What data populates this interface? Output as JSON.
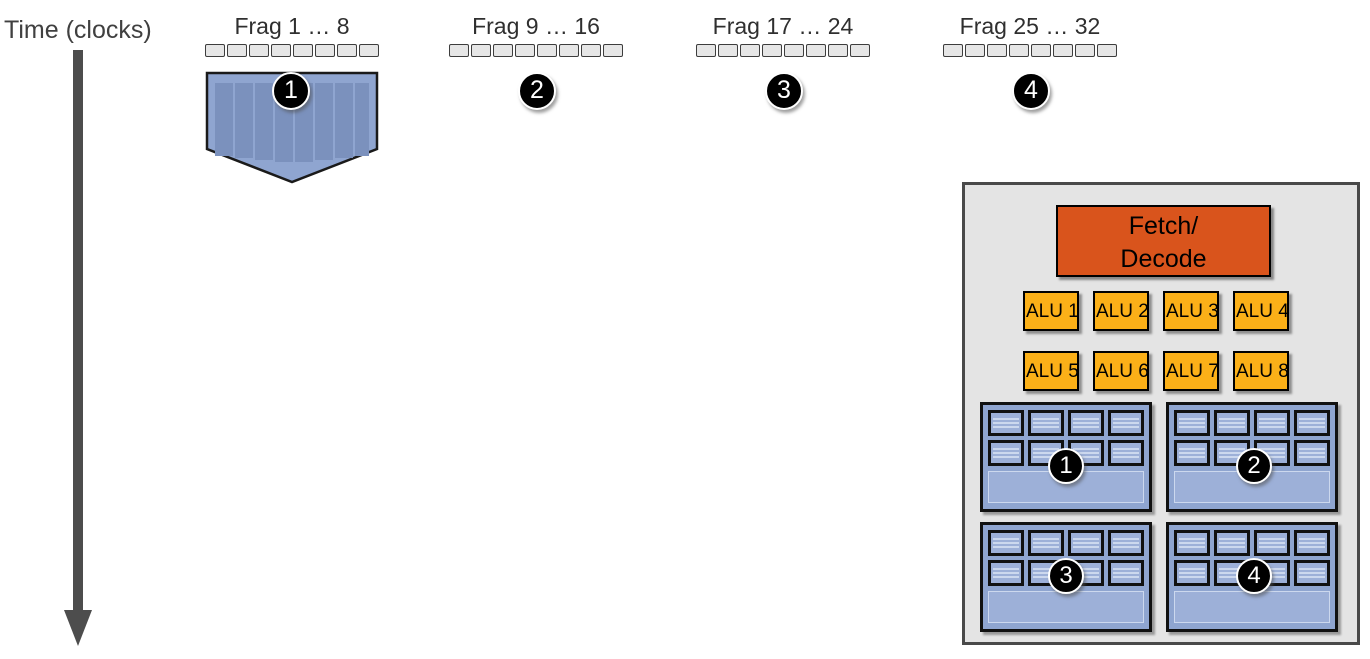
{
  "axis": {
    "label": "Time (clocks)",
    "arrow_direction": "down",
    "arrow_color": "#4d4d4d"
  },
  "frag_groups": [
    {
      "title": "Frag 1 … 8",
      "badge": "1",
      "squares": 8,
      "has_work_block": true
    },
    {
      "title": "Frag 9 … 16",
      "badge": "2",
      "squares": 8,
      "has_work_block": false
    },
    {
      "title": "Frag 17 … 24",
      "badge": "3",
      "squares": 8,
      "has_work_block": false
    },
    {
      "title": "Frag 25 … 32",
      "badge": "4",
      "squares": 8,
      "has_work_block": false
    }
  ],
  "work_block": {
    "stripe_count": 8,
    "fill_color": "#8fa5d0",
    "stripe_color": "#7b91bd",
    "border_color": "#1a1a1a"
  },
  "core": {
    "fetch_decode_label": "Fetch/\nDecode",
    "fetch_decode_line1": "Fetch/",
    "fetch_decode_line2": "Decode",
    "fetch_decode_color": "#d9541c",
    "alu_color": "#fbb018",
    "panel_color": "#e4e4e4",
    "alus": [
      {
        "label": "ALU 1"
      },
      {
        "label": "ALU 2"
      },
      {
        "label": "ALU 3"
      },
      {
        "label": "ALU 4"
      },
      {
        "label": "ALU 5"
      },
      {
        "label": "ALU 6"
      },
      {
        "label": "ALU 7"
      },
      {
        "label": "ALU 8"
      }
    ],
    "context_blocks": [
      {
        "badge": "1",
        "cells": 8
      },
      {
        "badge": "2",
        "cells": 8
      },
      {
        "badge": "3",
        "cells": 8
      },
      {
        "badge": "4",
        "cells": 8
      }
    ]
  }
}
